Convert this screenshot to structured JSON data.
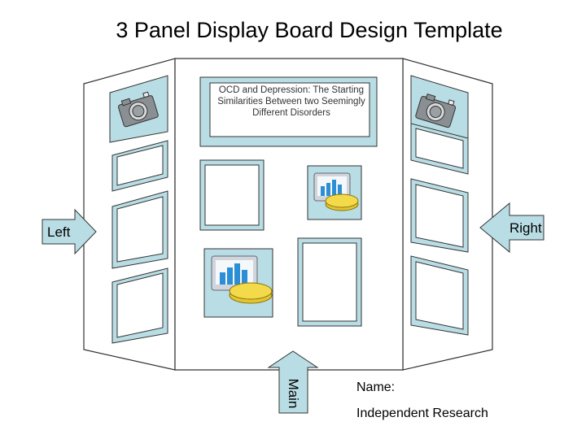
{
  "title": "3 Panel Display Board Design Template",
  "header": "OCD and Depression: The Starting Similarities Between two Seemingly Different Disorders",
  "arrows": {
    "left": "Left",
    "right": "Right",
    "main": "Main"
  },
  "footer": {
    "name_label": "Name:",
    "subtitle": "Independent Research"
  },
  "icons": {
    "camera": "camera-icon",
    "chart": "chart-icon"
  },
  "colors": {
    "panel_fill": "#b9dde4",
    "board_fill": "#ffffff",
    "outline": "#333333"
  }
}
